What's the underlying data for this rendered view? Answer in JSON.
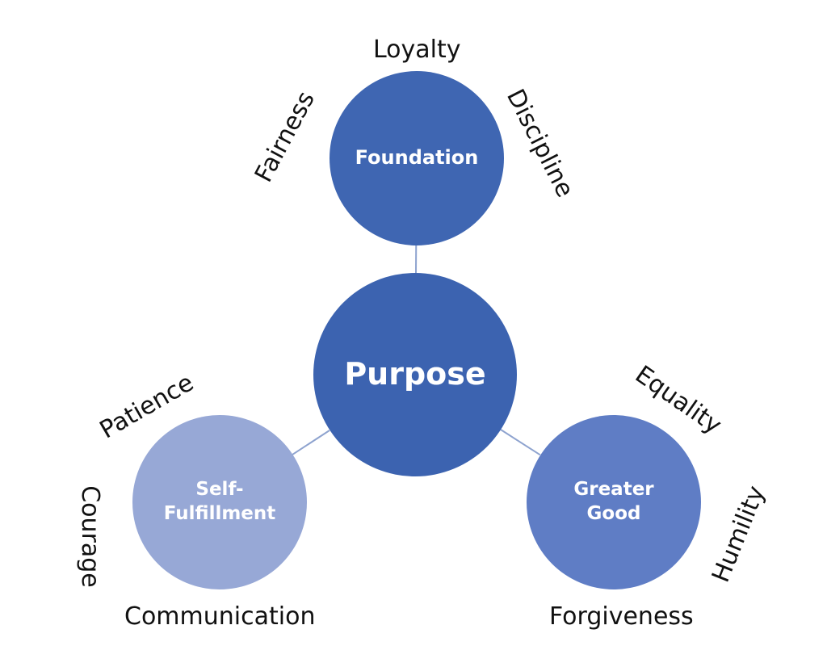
{
  "colors": {
    "foundation": "#3f66b2",
    "purpose": "#3c63b0",
    "self_fulfillment": "#97a8d6",
    "greater_good": "#5f7dc5",
    "connector": "#8ea3cf",
    "label_text": "#111111"
  },
  "diagram": {
    "center": {
      "label": "Purpose"
    },
    "nodes": [
      {
        "id": "foundation",
        "label": "Foundation",
        "values": [
          "Loyalty",
          "Fairness",
          "Discipline"
        ]
      },
      {
        "id": "self-fulfillment",
        "label": "Self-\nFulfillment",
        "values": [
          "Patience",
          "Courage",
          "Communication"
        ]
      },
      {
        "id": "greater-good",
        "label": "Greater\nGood",
        "values": [
          "Equality",
          "Humility",
          "Forgiveness"
        ]
      }
    ]
  }
}
